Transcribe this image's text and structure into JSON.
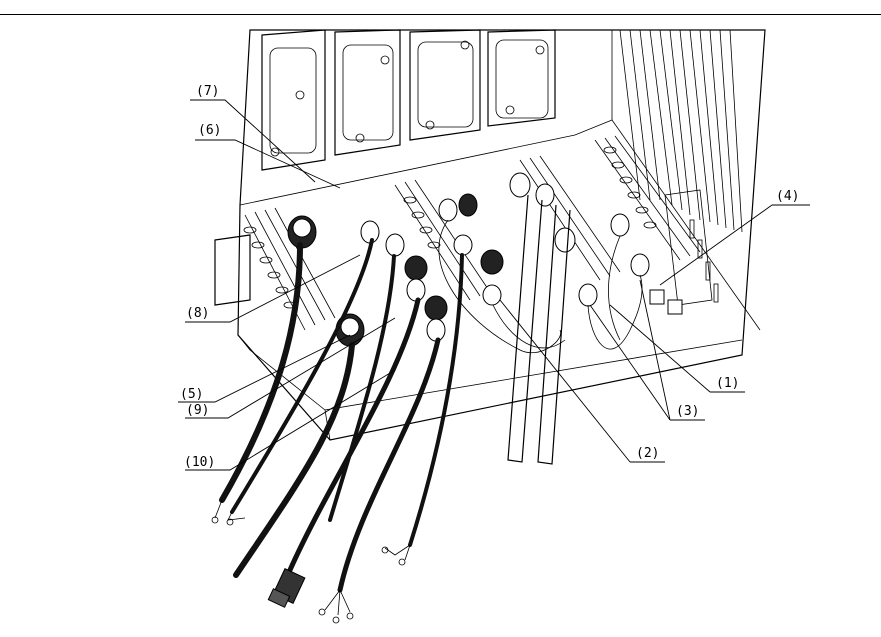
{
  "callouts": [
    {
      "id": "c1",
      "text": "(1)"
    },
    {
      "id": "c2",
      "text": "(2)"
    },
    {
      "id": "c3",
      "text": "(3)"
    },
    {
      "id": "c4",
      "text": "(4)"
    },
    {
      "id": "c5",
      "text": "(5)"
    },
    {
      "id": "c6",
      "text": "(6)"
    },
    {
      "id": "c7",
      "text": "(7)"
    },
    {
      "id": "c8",
      "text": "(8)"
    },
    {
      "id": "c9",
      "text": "(9)"
    },
    {
      "id": "c10",
      "text": "(10)"
    }
  ]
}
